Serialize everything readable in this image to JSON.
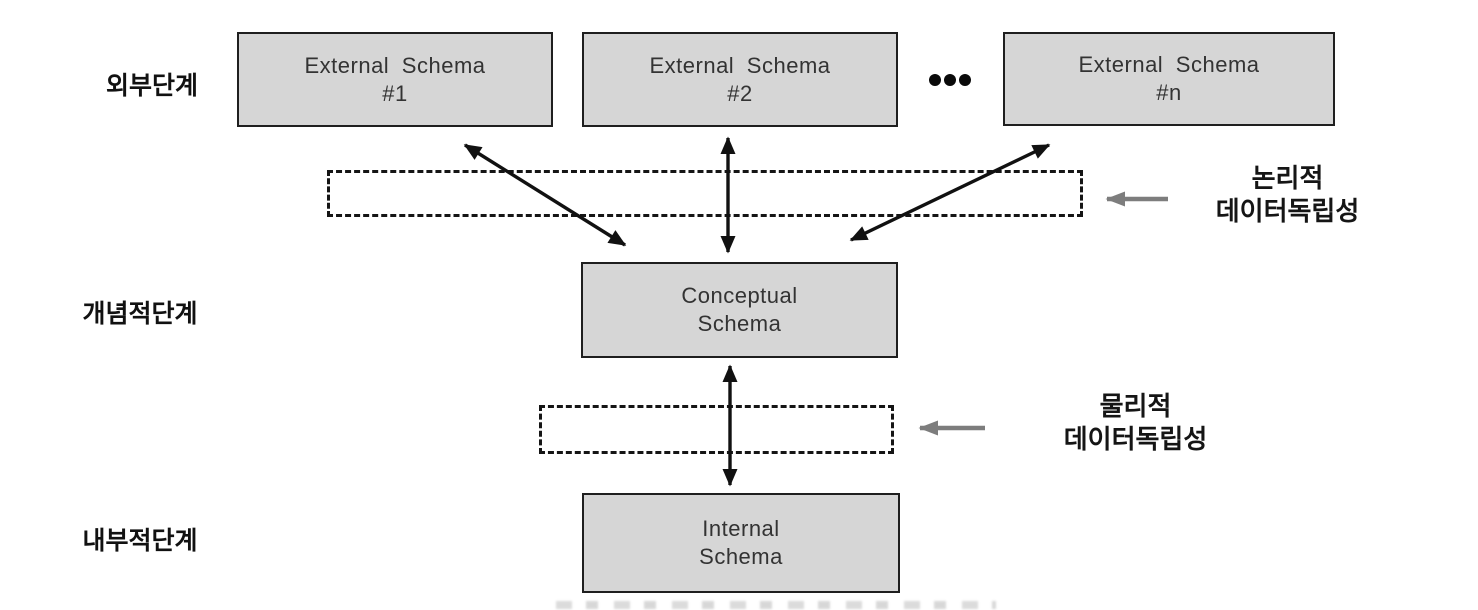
{
  "diagram": {
    "levels": [
      {
        "id": "external",
        "label": "외부단계"
      },
      {
        "id": "conceptual",
        "label": "개념적단계"
      },
      {
        "id": "internal",
        "label": "내부적단계"
      }
    ],
    "boxes": [
      {
        "id": "external-1",
        "line1": "External Schema",
        "line2": "#1"
      },
      {
        "id": "external-2",
        "line1": "External Schema",
        "line2": "#2"
      },
      {
        "id": "external-n",
        "line1": "External Schema",
        "line2": "#n"
      },
      {
        "id": "conceptual",
        "line1": "Conceptual",
        "line2": "Schema"
      },
      {
        "id": "internal",
        "line1": "Internal",
        "line2": "Schema"
      }
    ],
    "annotations": [
      {
        "id": "logical-data-independence",
        "line1": "논리적",
        "line2": "데이터독립성"
      },
      {
        "id": "physical-data-independence",
        "line1": "물리적",
        "line2": "데이터독립성"
      }
    ],
    "icons": {
      "ellipsis": "ellipsis-dots-icon",
      "annotation_pointer": "left-arrow-icon",
      "mapping_arrows": "double-headed-arrow-icon"
    },
    "colors": {
      "box_fill": "#d6d6d6",
      "box_border": "#1f1f1f",
      "box_text": "#333333",
      "korean_label_text": "#111111",
      "mapping_arrow": "#111111",
      "dashed_zone_border": "#151515",
      "annotation_arrow": "#7d7d7d"
    }
  }
}
